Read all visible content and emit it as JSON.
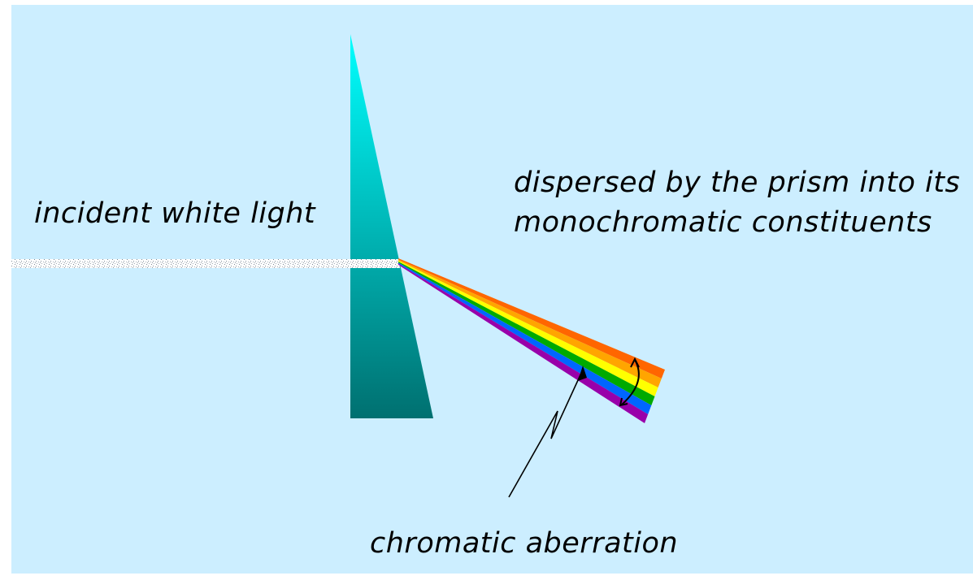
{
  "labels": {
    "incident": "incident white light",
    "dispersed_line1": "dispersed by the prism into its",
    "dispersed_line2": "monochromatic constituents",
    "chromatic": "chromatic aberration"
  },
  "colors": {
    "background": "#cceeff",
    "prism_top": "#00ffff",
    "prism_bottom": "#007070",
    "spectrum": [
      "#ff6600",
      "#ffa500",
      "#ffff00",
      "#00aa00",
      "#0066ff",
      "#9900aa"
    ]
  },
  "icons": {
    "dispersion_angle": "curved-double-arrow-icon",
    "pointer": "zigzag-arrow-icon"
  }
}
